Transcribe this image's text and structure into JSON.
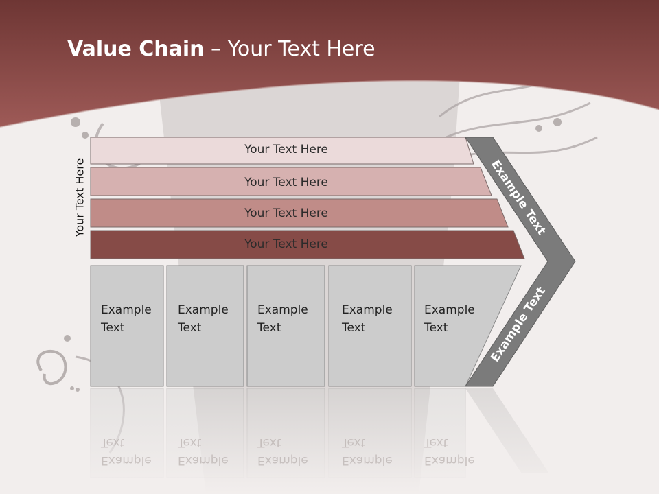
{
  "title": {
    "bold": "Value Chain",
    "rest": " – Your Text Here"
  },
  "side_label": "Your Text Here",
  "rows": [
    {
      "label": "Your Text Here",
      "color": "#ebdada"
    },
    {
      "label": "Your Text Here",
      "color": "#d6b1b0"
    },
    {
      "label": "Your Text Here",
      "color": "#c08c88"
    },
    {
      "label": "Your Text Here",
      "color": "#864b47"
    }
  ],
  "boxes": [
    {
      "line1": "Example",
      "line2": "Text"
    },
    {
      "line1": "Example",
      "line2": "Text"
    },
    {
      "line1": "Example",
      "line2": "Text"
    },
    {
      "line1": "Example",
      "line2": "Text"
    },
    {
      "line1": "Example",
      "line2": "Text"
    }
  ],
  "chevron": {
    "top_label": "Example Text",
    "bottom_label": "Example Text"
  },
  "colors": {
    "header": "#8c4a48",
    "chevron": "#7b7b7b",
    "box": "#cccccc"
  }
}
